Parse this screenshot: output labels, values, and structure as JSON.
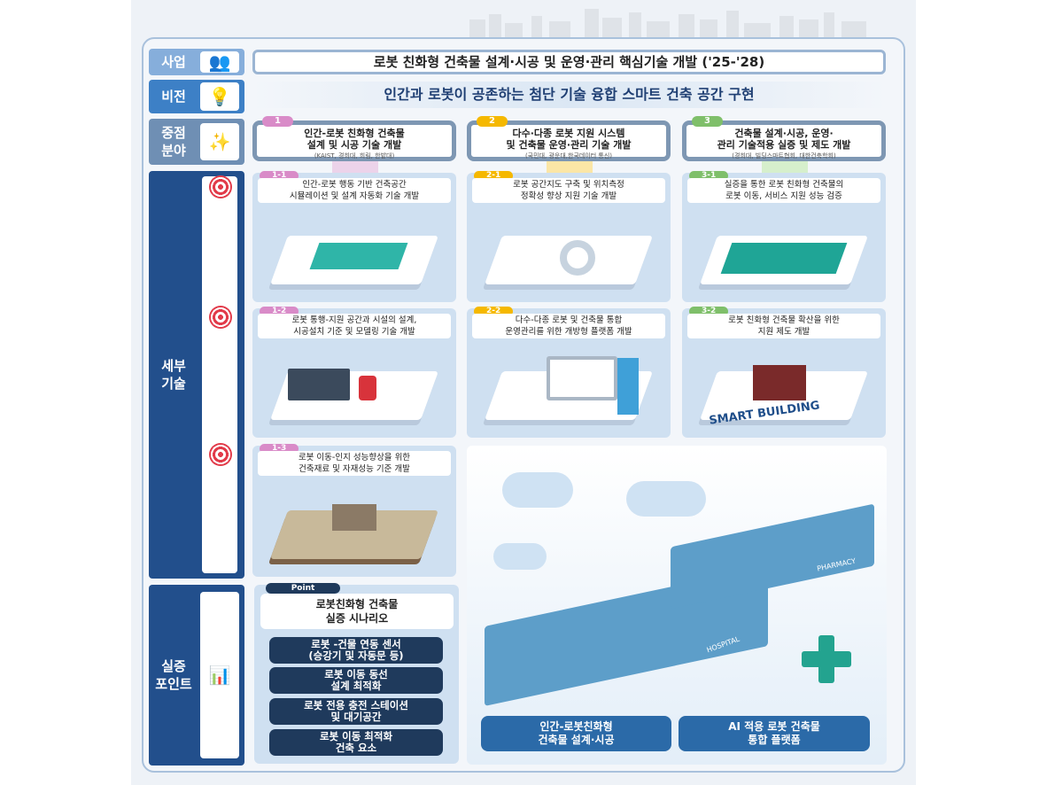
{
  "labels": {
    "project": "사업",
    "vision": "비전",
    "focus": "중점\n분야",
    "detail": "세부\n기술",
    "demo": "실증\n포인트"
  },
  "project_title": "로봇 친화형 건축물 설계·시공 및 운영·관리 핵심기술 개발 ('25-'28)",
  "vision_text": "인간과 로봇이 공존하는 첨단 기술 융합 스마트 건축 공간 구현",
  "focus_areas": [
    {
      "num": "1",
      "line1": "인간-로봇 친화형 건축물",
      "line2": "설계 및 시공 기술 개발",
      "orgs": "(KAIST, 경희대, 희림, 한밭대)",
      "color": "#d98bc8"
    },
    {
      "num": "2",
      "line1": "다수·다종 로봇 지원 시스템",
      "line2": "및 건축물 운영·관리 기술 개발",
      "orgs": "(국민대, 광운대,한국데이터 통신)",
      "color": "#f5b800"
    },
    {
      "num": "3",
      "line1": "건축물 설계·시공, 운영·",
      "line2": "관리 기술적용 실증 및 제도 개발",
      "orgs": "(경희대, 빌딩스마트협회, 대한건축학회)",
      "color": "#7fbf6a"
    }
  ],
  "detail_techs": [
    {
      "num": "1-1",
      "line1": "인간-로봇 행동 기반 건축공간",
      "line2": "시뮬레이션 및 설계 자동화 기술 개발"
    },
    {
      "num": "2-1",
      "line1": "로봇 공간지도 구축 및 위치측정",
      "line2": "정확성 향상 지원 기술 개발"
    },
    {
      "num": "3-1",
      "line1": "실증을 통한 로봇 친화형 건축물의",
      "line2": "로봇 이동, 서비스 지원 성능 검증"
    },
    {
      "num": "1-2",
      "line1": "로봇 통행-지원 공간과 시설의 설계,",
      "line2": "시공설치 기준 및 모델링 기술 개발"
    },
    {
      "num": "2-2",
      "line1": "다수-다종 로봇 및 건축물 통합",
      "line2": "운영관리를 위한 개방형 플랫폼 개발"
    },
    {
      "num": "3-2",
      "line1": "로봇 친화형 건축물 확산을 위한",
      "line2": "지원 제도 개발"
    },
    {
      "num": "1-3",
      "line1": "로봇 이동-인지 성능향상을 위한",
      "line2": "건축재료 및 자재성능 기준 개발"
    }
  ],
  "illustration_text": {
    "smart_building": "SMART BUILDING",
    "pharmacy": "PHARMACY",
    "hospital": "HOSPITAL"
  },
  "point": {
    "badge": "Point",
    "title1": "로봇친화형 건축물",
    "title2": "실증 시나리오",
    "items": [
      [
        "로봇 -건물 연동 센서",
        "(승강기 및 자동문 등)"
      ],
      [
        "로봇 이동 동선",
        "설계 최적화"
      ],
      [
        "로봇 전용 충전 스테이션",
        "및 대기공간"
      ],
      [
        "로봇 이동 최적화",
        "건축 요소"
      ]
    ]
  },
  "bottom_buttons": [
    [
      "인간-로봇친화형",
      "건축물 설계·시공"
    ],
    [
      "AI 적용 로봇 건축물",
      "통합 플랫폼"
    ]
  ]
}
